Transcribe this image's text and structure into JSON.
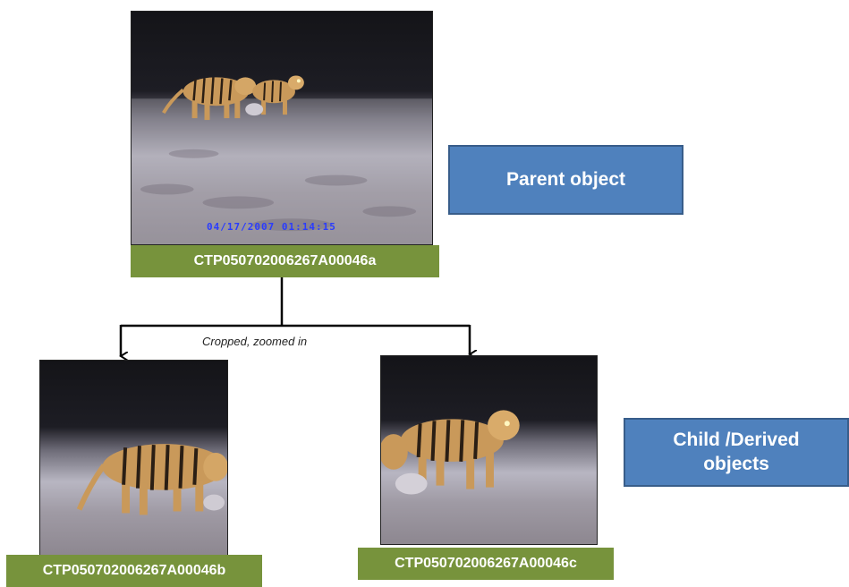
{
  "parent": {
    "timestamp": "04/17/2007 01:14:15",
    "label": "CTP050702006267A00046a",
    "box_label": "Parent object"
  },
  "caption": "Cropped, zoomed in",
  "children": {
    "left_label": "CTP050702006267A00046b",
    "right_label": "CTP050702006267A00046c",
    "box_label_line1": "Child /Derived",
    "box_label_line2": "objects"
  },
  "colors": {
    "label_bg": "#77933c",
    "box_bg": "#4f81bd",
    "box_border": "#385d8a",
    "timestamp": "#2a3cff"
  }
}
